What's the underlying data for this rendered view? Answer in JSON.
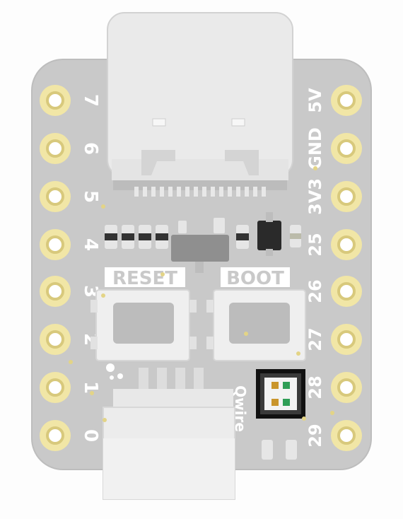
{
  "board": {
    "colors": {
      "pcb": "#c9c9c9",
      "pcb_edge": "#b9b9b9",
      "pad": "#f1e6a6",
      "pad_ring": "#e3d486",
      "silkscreen": "#ffffff",
      "component": "#dcdcdc",
      "ic": "#8f8f8f",
      "led_frame": "#111111",
      "led_body": "#3a3a3a",
      "led_chip_gold": "#c9952c",
      "led_chip_green": "#2f9e56"
    },
    "left_pins": [
      "7",
      "6",
      "5",
      "4",
      "3",
      "2",
      "1",
      "0"
    ],
    "right_pins": [
      "5V",
      "GND",
      "3V3",
      "25",
      "26",
      "27",
      "28",
      "29"
    ],
    "buttons": {
      "reset": "RESET",
      "boot": "BOOT"
    },
    "connector_label": "Qwire",
    "icons": {
      "usb_c": "usb-c-connector",
      "stemma": "stemma-qt-connector",
      "led": "rgb-neopixel-led",
      "chip": "voltage-regulator-chip"
    }
  }
}
